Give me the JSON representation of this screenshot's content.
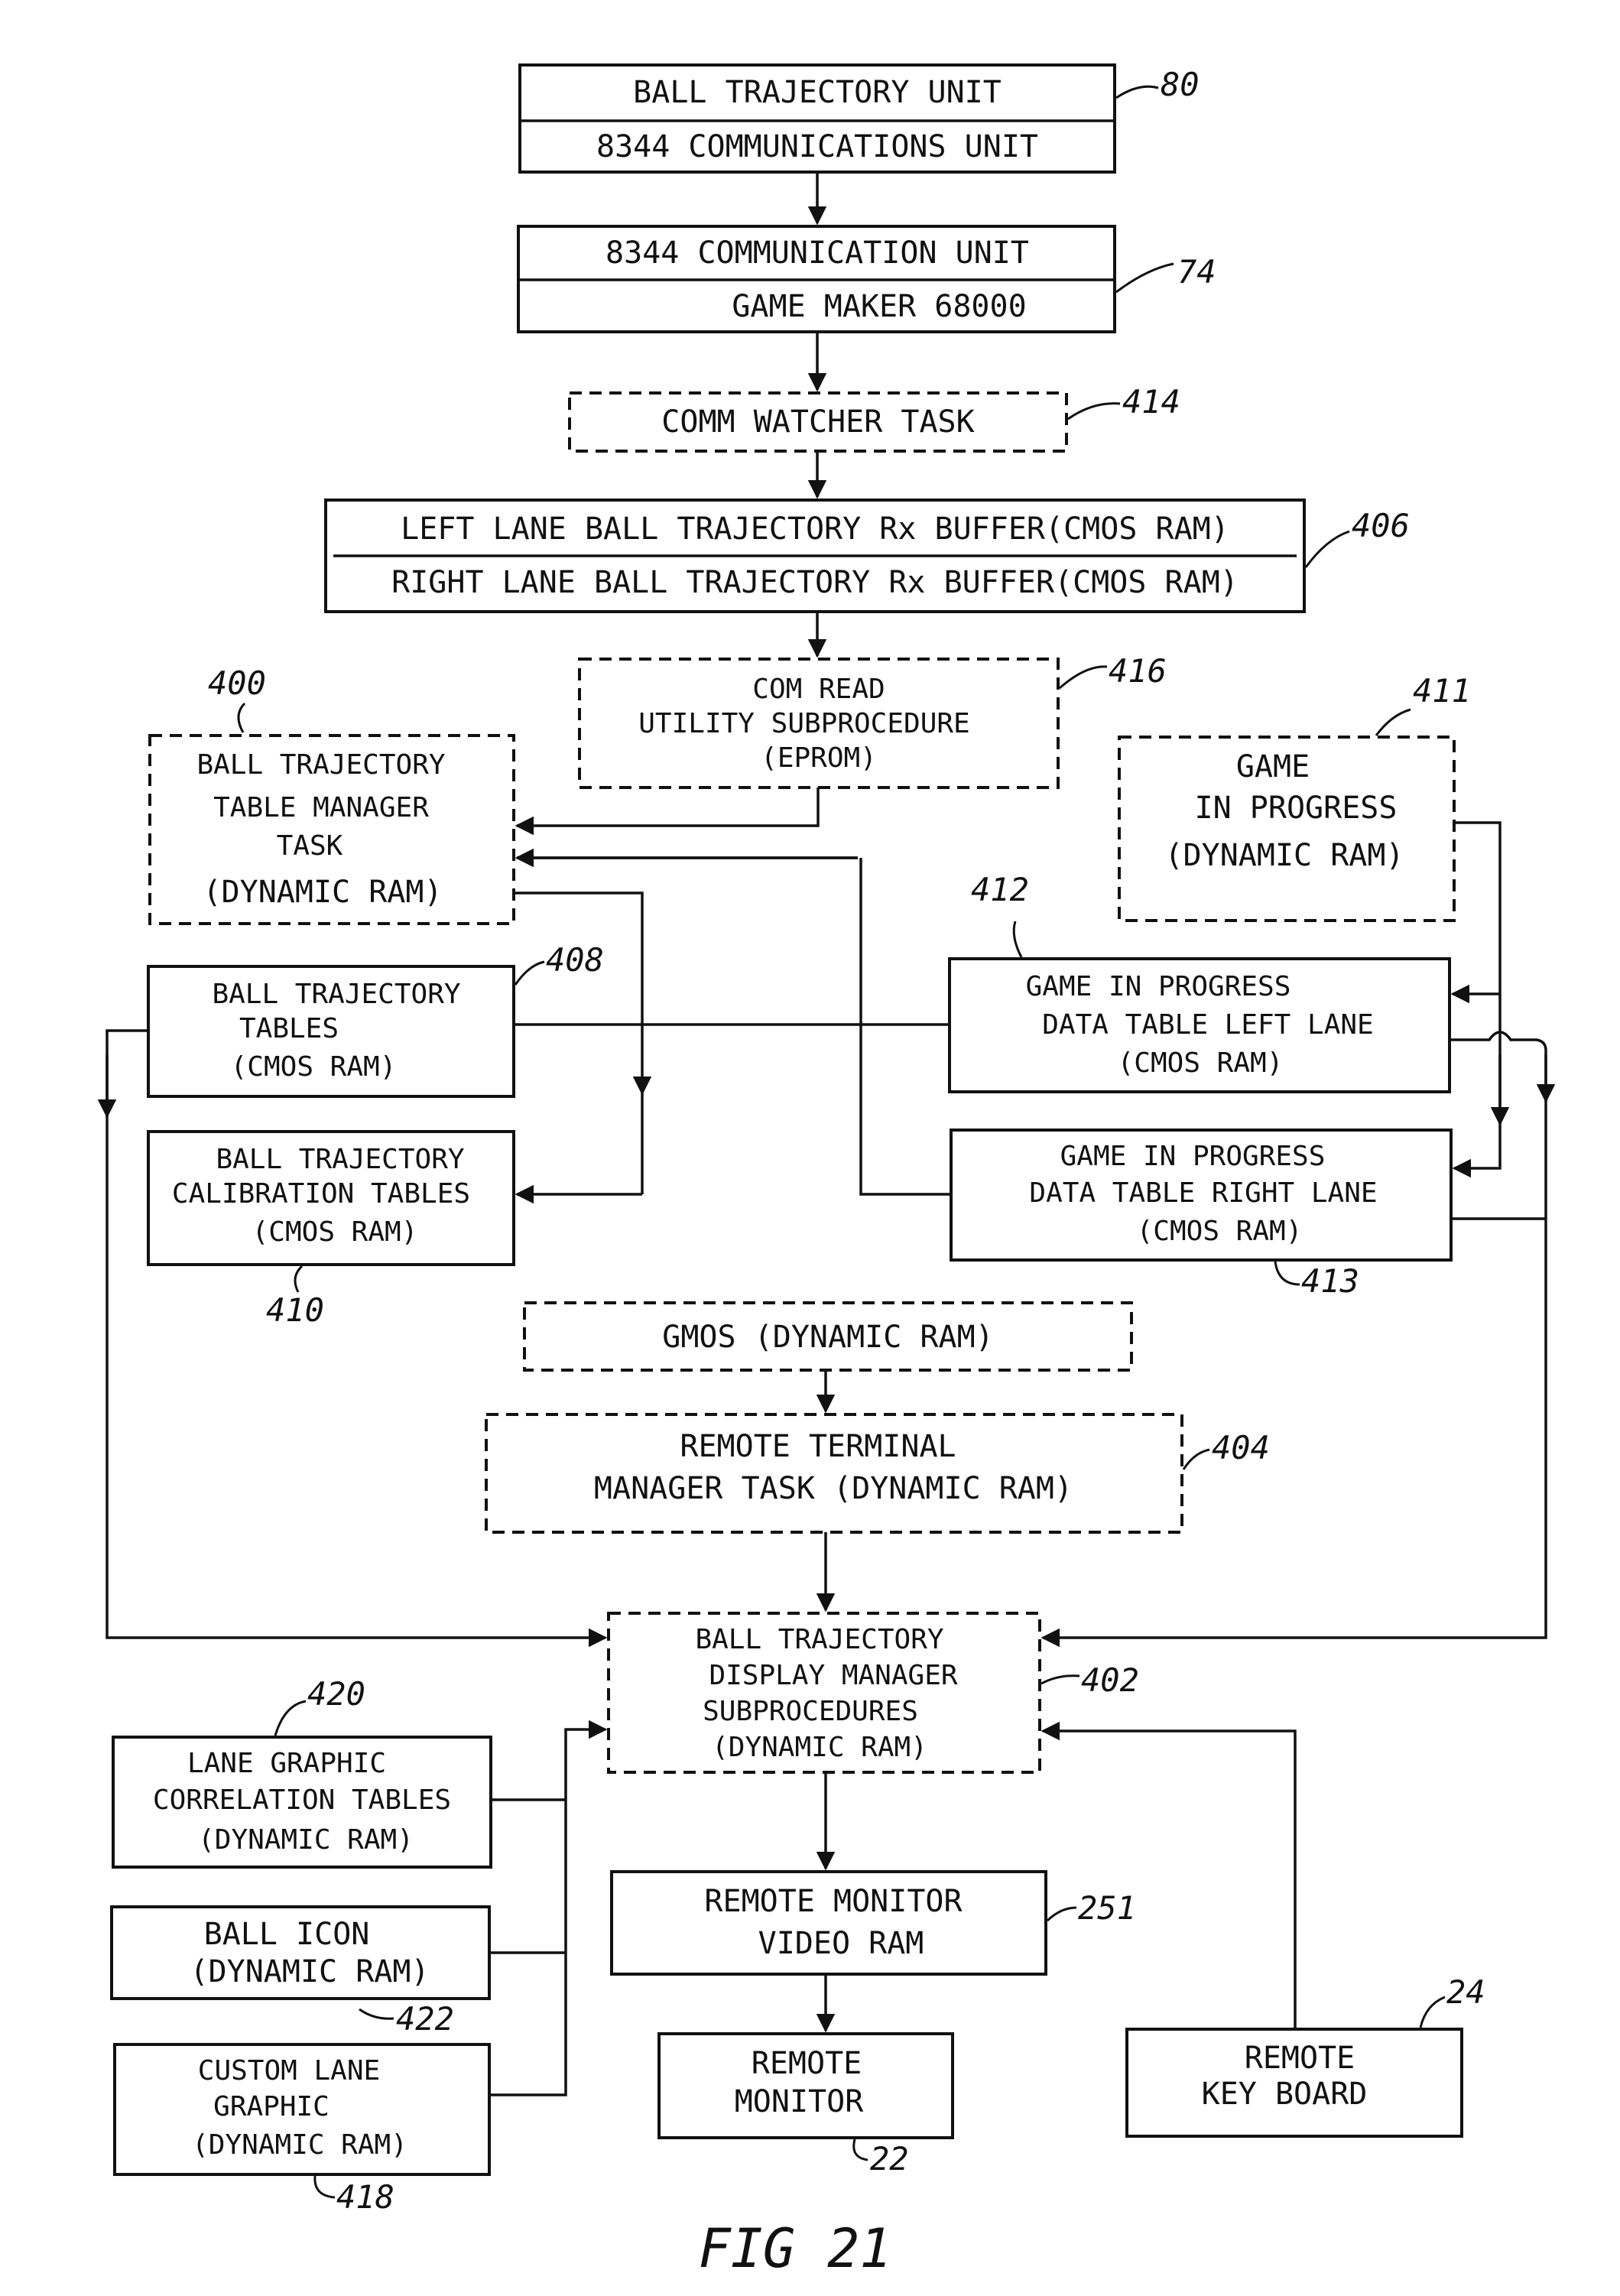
{
  "figure_label": "FIG 21",
  "blocks": {
    "b80": {
      "lines": [
        "BALL TRAJECTORY UNIT",
        "8344 COMMUNICATIONS UNIT"
      ],
      "ref": "80"
    },
    "b74": {
      "lines": [
        "8344 COMMUNICATION UNIT",
        "GAME MAKER 68000"
      ],
      "ref": "74"
    },
    "b414": {
      "lines": [
        "COMM WATCHER TASK"
      ],
      "ref": "414"
    },
    "b406": {
      "lines": [
        "LEFT LANE BALL TRAJECTORY Rx BUFFER(CMOS RAM)",
        "RIGHT LANE BALL TRAJECTORY Rx BUFFER(CMOS RAM)"
      ],
      "ref": "406"
    },
    "b416": {
      "lines": [
        "COM READ",
        "UTILITY SUBPROCEDURE",
        "(EPROM)"
      ],
      "ref": "416"
    },
    "b400": {
      "lines": [
        "BALL TRAJECTORY",
        "TABLE MANAGER",
        "TASK",
        "(DYNAMIC RAM)"
      ],
      "ref": "400"
    },
    "b411": {
      "lines": [
        "GAME",
        "IN PROGRESS",
        "(DYNAMIC RAM)"
      ],
      "ref": "411"
    },
    "b408": {
      "lines": [
        "BALL TRAJECTORY",
        "TABLES",
        "(CMOS RAM)"
      ],
      "ref": "408"
    },
    "b410": {
      "lines": [
        "BALL TRAJECTORY",
        "CALIBRATION TABLES",
        "(CMOS RAM)"
      ],
      "ref": "410"
    },
    "b412": {
      "lines": [
        "GAME IN PROGRESS",
        "DATA TABLE LEFT LANE",
        "(CMOS RAM)"
      ],
      "ref": "412"
    },
    "b413": {
      "lines": [
        "GAME IN PROGRESS",
        "DATA TABLE RIGHT LANE",
        "(CMOS RAM)"
      ],
      "ref": "413"
    },
    "bgmos": {
      "lines": [
        "GMOS (DYNAMIC RAM)"
      ]
    },
    "b404": {
      "lines": [
        "REMOTE TERMINAL",
        "MANAGER TASK (DYNAMIC RAM)"
      ],
      "ref": "404"
    },
    "b402": {
      "lines": [
        "BALL TRAJECTORY",
        "DISPLAY MANAGER",
        "SUBPROCEDURES",
        "(DYNAMIC RAM)"
      ],
      "ref": "402"
    },
    "b420": {
      "lines": [
        "LANE GRAPHIC",
        "CORRELATION TABLES",
        "(DYNAMIC RAM)"
      ],
      "ref": "420"
    },
    "b422": {
      "lines": [
        "BALL ICON",
        "(DYNAMIC RAM)"
      ],
      "ref": "422"
    },
    "b418": {
      "lines": [
        "CUSTOM LANE",
        "GRAPHIC",
        "(DYNAMIC RAM)"
      ],
      "ref": "418"
    },
    "b251": {
      "lines": [
        "REMOTE MONITOR",
        "VIDEO RAM"
      ],
      "ref": "251"
    },
    "b22": {
      "lines": [
        "REMOTE",
        "MONITOR"
      ],
      "ref": "22"
    },
    "b24": {
      "lines": [
        "REMOTE",
        "KEY BOARD"
      ],
      "ref": "24"
    }
  }
}
